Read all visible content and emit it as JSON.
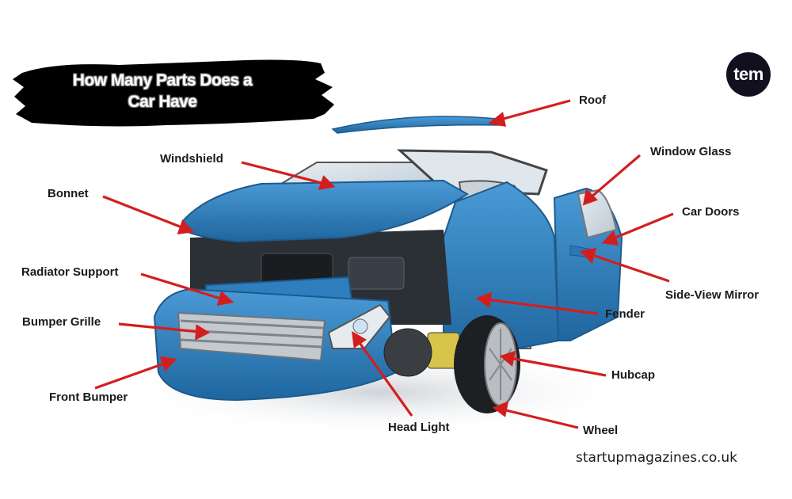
{
  "title": {
    "line1": "How Many Parts Does a",
    "line2": "Car Have"
  },
  "logo": {
    "text": "tem"
  },
  "footer": {
    "website": "startupmagazines.co.uk"
  },
  "colors": {
    "arrow": "#d41e1e",
    "car_body": "#2f7fbf",
    "car_body_dark": "#1d5a8c",
    "title_bg": "#000000",
    "logo_bg": "#12101f"
  },
  "labels": {
    "roof": "Roof",
    "window_glass": "Window Glass",
    "windshield": "Windshield",
    "bonnet": "Bonnet",
    "car_doors": "Car Doors",
    "radiator_support": "Radiator Support",
    "side_view_mirror": "Side-View Mirror",
    "bumper_grille": "Bumper Grille",
    "fender": "Fender",
    "hubcap": "Hubcap",
    "front_bumper": "Front Bumper",
    "head_light": "Head Light",
    "wheel": "Wheel"
  }
}
